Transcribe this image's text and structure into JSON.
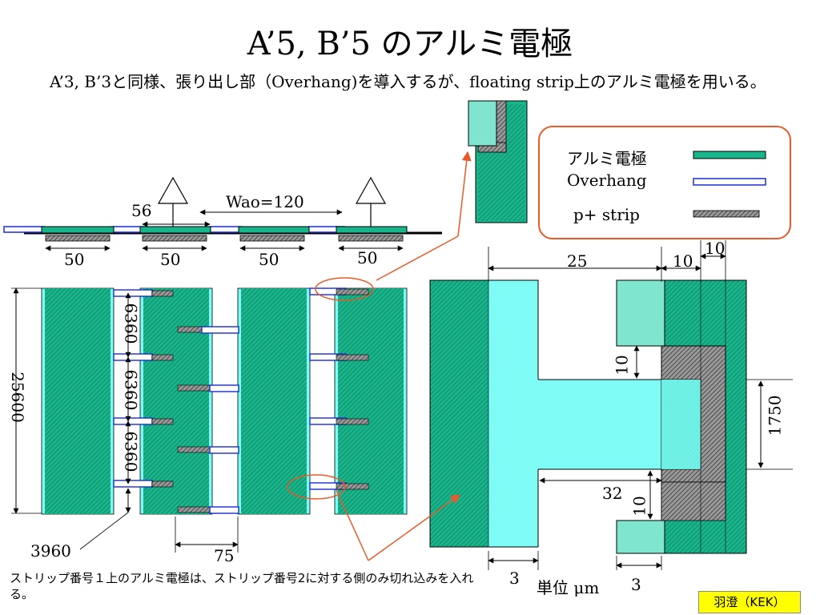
{
  "title": "A’5, B’5 のアルミ電極",
  "subtitle": "A’3, B’3と同様、張り出し部（Overhang)を導入するが、floating strip上のアルミ電極を用いる。",
  "legend": {
    "al_label": "アルミ電極",
    "overhang_label": "Overhang",
    "pstrip_label": "p+ strip"
  },
  "colors": {
    "aluminum": "#19b68c",
    "overhang": "#1a2bd6",
    "pstrip": "#777777",
    "light_cyan": "#7ffbf6",
    "accent": "#e85a2a",
    "credit_bg": "#ffff00"
  },
  "cross_section": {
    "dim_56": "56",
    "dim_wao": "Wao=120",
    "dim_50a": "50",
    "dim_50b": "50",
    "dim_50c": "50",
    "dim_50d": "50"
  },
  "plan_view": {
    "dim_25600": "25600",
    "dim_6360a": "6360",
    "dim_6360b": "6360",
    "dim_6360c": "6360",
    "dim_3960": "3960",
    "dim_75": "75"
  },
  "detail": {
    "dim_25": "25",
    "dim_10_top1": "10",
    "dim_10_top2": "10",
    "dim_10_left": "10",
    "dim_1750": "1750",
    "dim_32": "32",
    "dim_10_lower": "10",
    "dim_3a": "3",
    "dim_3b": "3",
    "unit": "単位 μm"
  },
  "note": "ストリップ番号１上のアルミ電極は、ストリップ番号2に対する側のみ切れ込みを入れる。",
  "credit": "羽澄（KEK）"
}
